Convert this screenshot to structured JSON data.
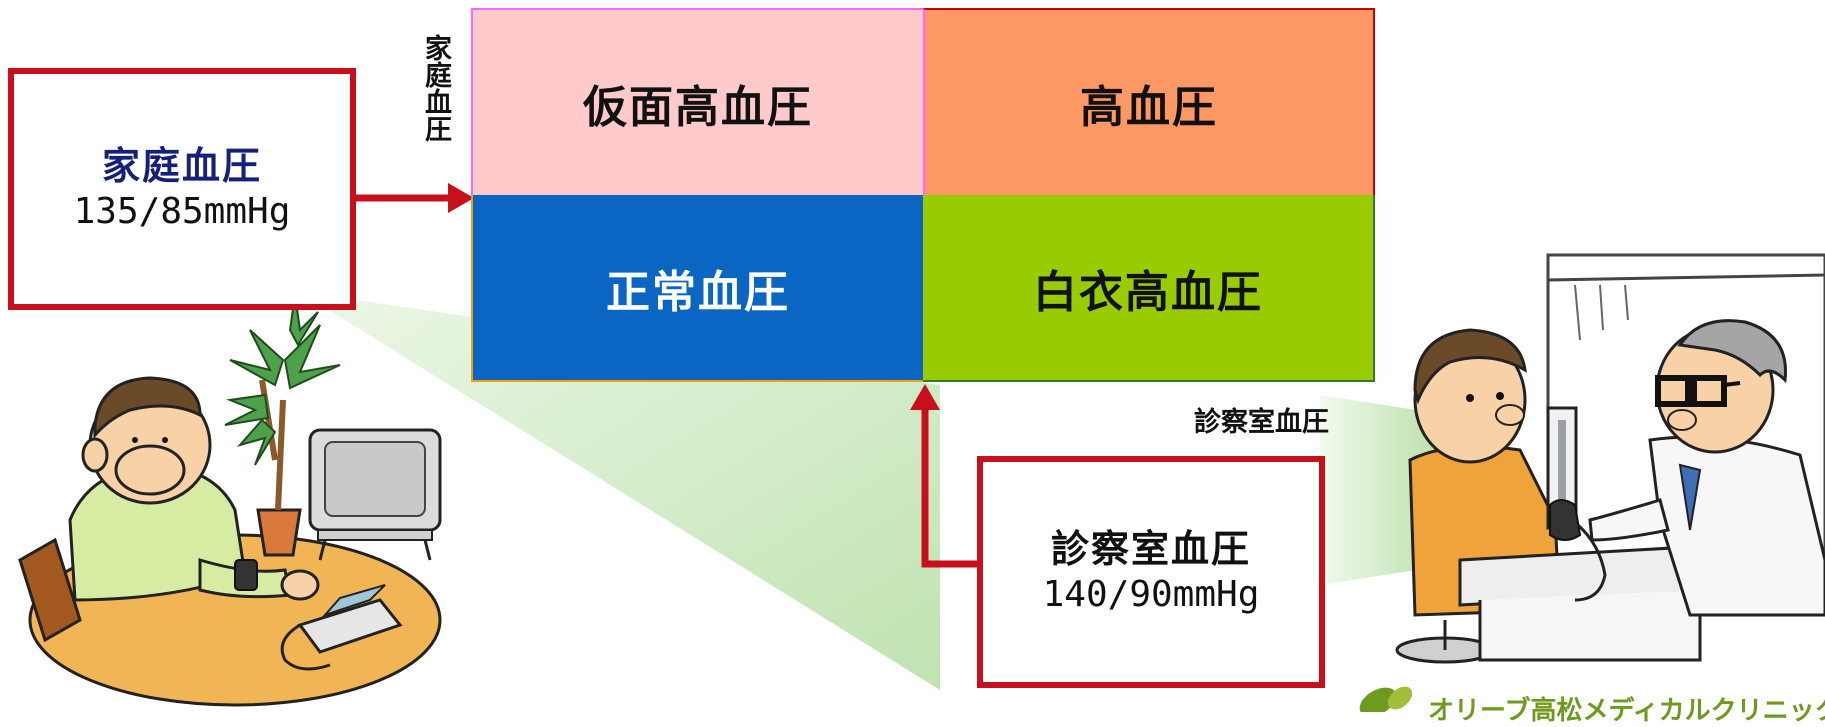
{
  "matrix": {
    "top_left": "仮面高血圧",
    "top_right": "高血圧",
    "bottom_left": "正常血圧",
    "bottom_right": "白衣高血圧"
  },
  "axes": {
    "vertical": "家庭血圧",
    "horizontal": "診察室血圧"
  },
  "home_threshold": {
    "title": "家庭血圧",
    "value": "135/85mmHg"
  },
  "office_threshold": {
    "title": "診察室血圧",
    "value": "140/90mmHg"
  },
  "logo": {
    "text": "オリーブ高松メディカルクリニック"
  },
  "colors": {
    "masked": "#fecaca",
    "hypertension": "#fe9966",
    "normal": "#0a66c2",
    "white_coat": "#99cc00",
    "arrow": "#c8101c",
    "home_title": "#14207a",
    "logo": "#6e9a1e"
  }
}
